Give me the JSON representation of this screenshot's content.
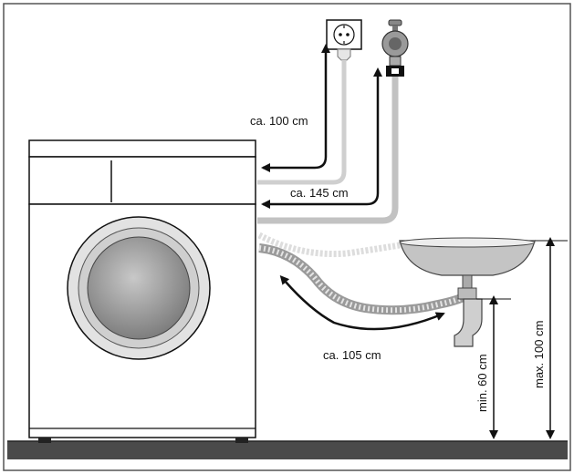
{
  "labels": {
    "power_cord": "ca. 100 cm",
    "inlet_hose": "ca. 145 cm",
    "drain_hose": "ca. 105 cm",
    "min_height": "min. 60 cm",
    "max_height": "max. 100 cm"
  },
  "colors": {
    "frame": "#555555",
    "floor": "#4a4a4a",
    "ink": "#111111",
    "washer_fill": "#ffffff",
    "door_glass": "#9a9a9a",
    "door_ring": "#d8d8d8",
    "cord": "#cfcfcf",
    "hose": "#c2c2c2"
  },
  "icons": {
    "outlet": "power-outlet-icon",
    "tap": "water-tap-icon"
  }
}
